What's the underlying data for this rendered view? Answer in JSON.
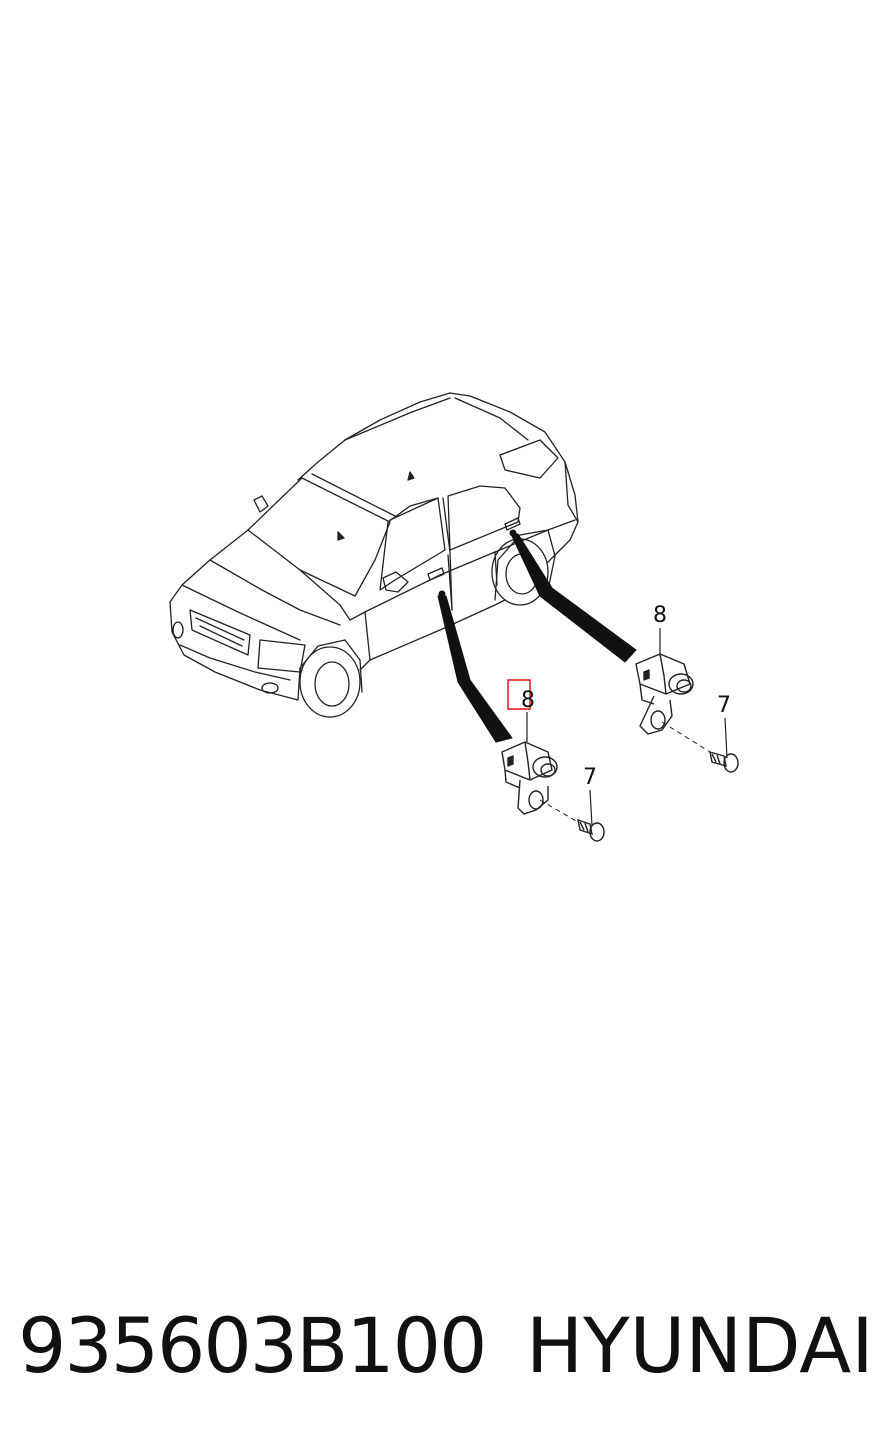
{
  "callouts": {
    "part_8_a": "8",
    "part_8_b": "8",
    "part_7_a": "7",
    "part_7_b": "7"
  },
  "footer": {
    "part_number": "935603B100",
    "brand": "HYUNDAI"
  },
  "colors": {
    "line": "#222222",
    "highlight": "#e8222a",
    "text": "#111111"
  }
}
